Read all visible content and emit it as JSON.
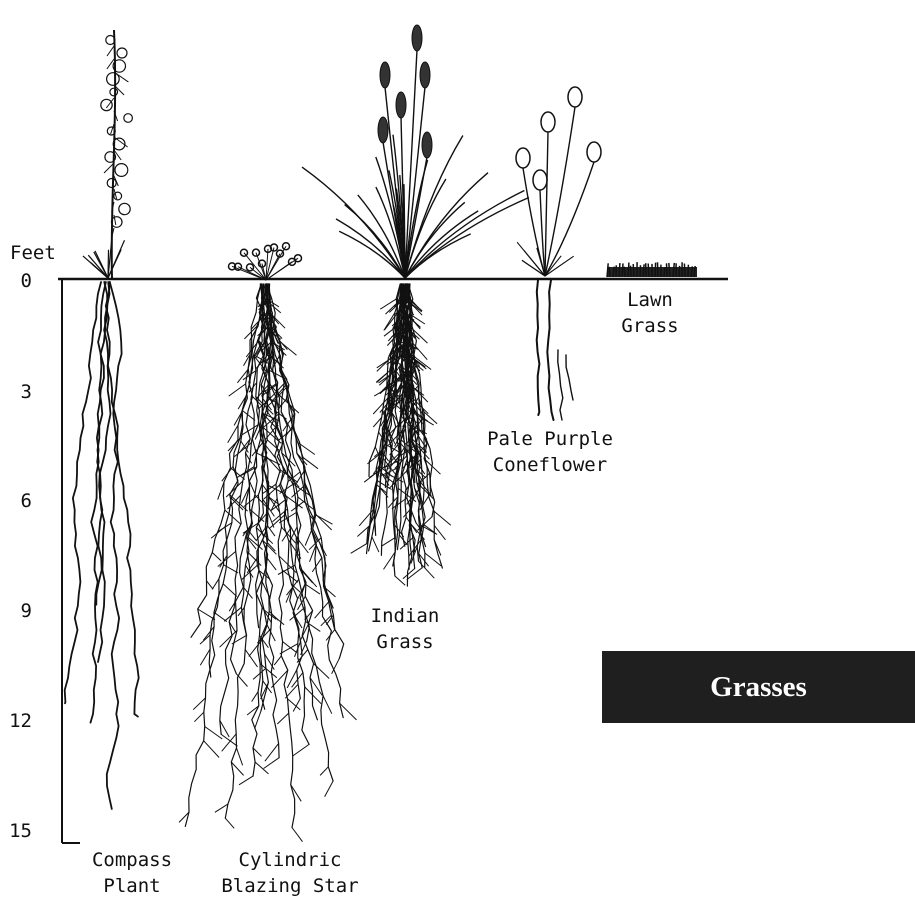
{
  "axis": {
    "title": "Feet",
    "ticks": [
      "0",
      "3",
      "6",
      "9",
      "12",
      "15"
    ]
  },
  "plants": [
    {
      "id": "compass-plant",
      "label": "Compass\nPlant",
      "root_depth_ft": 15
    },
    {
      "id": "cylindric-blazing-star",
      "label": "Cylindric\nBlazing Star",
      "root_depth_ft": 15
    },
    {
      "id": "indian-grass",
      "label": "Indian\nGrass",
      "root_depth_ft": 8
    },
    {
      "id": "pale-purple-coneflower",
      "label": "Pale Purple\nConeflower",
      "root_depth_ft": 3.7
    },
    {
      "id": "lawn-grass",
      "label": "Lawn\nGrass",
      "root_depth_ft": 0.1
    }
  ],
  "badge": {
    "text": "Grasses"
  },
  "colors": {
    "ink": "#111111",
    "badge_bg": "#1f1f1f",
    "badge_text": "#ffffff"
  }
}
